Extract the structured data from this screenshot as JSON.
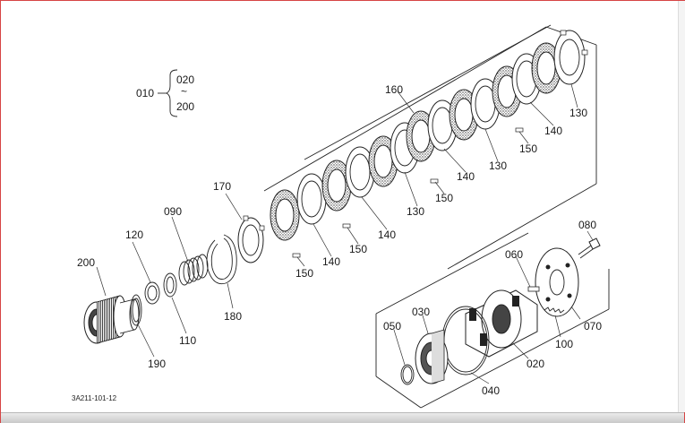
{
  "diagram": {
    "group": {
      "label": "010",
      "from": "020",
      "tilde": "~",
      "to": "200"
    },
    "callouts": {
      "c200": "200",
      "c120": "120",
      "c090": "090",
      "c170": "170",
      "c190": "190",
      "c110": "110",
      "c180": "180",
      "c150a": "150",
      "c140a": "140",
      "c150b": "150",
      "c140b": "140",
      "c130a": "130",
      "c150c": "150",
      "c160": "160",
      "c140c": "140",
      "c130b": "130",
      "c150d": "150",
      "c140d": "140",
      "c130c": "130",
      "c080": "080",
      "c060": "060",
      "c070": "070",
      "c100": "100",
      "c030": "030",
      "c050": "050",
      "c020": "020",
      "c040": "040"
    },
    "figure_code": "3A211-101-12"
  },
  "colors": {
    "frame": "#d64545",
    "ink": "#222222"
  }
}
